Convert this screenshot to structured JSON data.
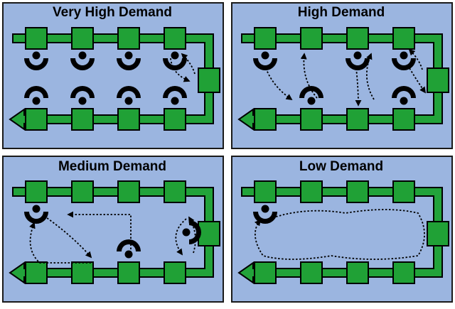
{
  "panels": [
    {
      "title": "Very High Demand",
      "workers": [
        [
          1,
          0
        ],
        [
          2,
          0
        ],
        [
          3,
          0
        ],
        [
          4,
          0
        ],
        [
          1,
          1
        ],
        [
          2,
          1
        ],
        [
          3,
          1
        ],
        [
          4,
          1
        ]
      ],
      "movement": "tight"
    },
    {
      "title": "High Demand",
      "workers": [
        [
          1,
          0
        ],
        [
          3,
          0
        ],
        [
          4,
          0
        ],
        [
          2,
          1
        ],
        [
          4,
          1
        ]
      ],
      "movement": "loops"
    },
    {
      "title": "Medium Demand",
      "workers": [
        [
          1,
          0
        ],
        [
          3,
          1
        ],
        [
          5,
          0
        ]
      ],
      "movement": "triangle"
    },
    {
      "title": "Low Demand",
      "workers": [
        [
          1,
          0
        ]
      ],
      "movement": "full_loop"
    }
  ],
  "colors": {
    "panel_fill": "#9bb5e0",
    "panel_border": "#1a1a1a",
    "conveyor": "#22a33a",
    "station": "#20a136",
    "outline": "#000000",
    "worker": "#000000"
  }
}
